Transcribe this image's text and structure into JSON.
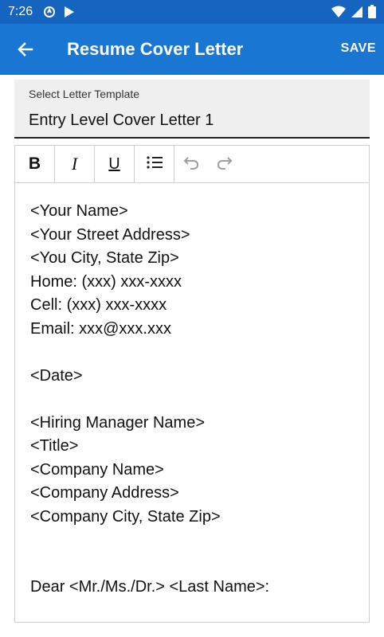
{
  "status_bar": {
    "time": "7:26",
    "left_icons": [
      "vpn-icon",
      "play-store-icon"
    ],
    "right_icons": [
      "wifi-icon",
      "signal-icon",
      "battery-icon"
    ]
  },
  "app_bar": {
    "title": "Resume Cover Letter",
    "save_label": "SAVE",
    "back_icon": "arrow-left-icon",
    "color": "#1976d2"
  },
  "template_select": {
    "label": "Select Letter Template",
    "value": "Entry Level Cover Letter 1"
  },
  "toolbar": {
    "bold": "B",
    "italic": "I",
    "underline": "U",
    "bullet_list": "bullet-list-icon",
    "undo": "undo-icon",
    "redo": "redo-icon"
  },
  "letter_lines": [
    "<Your Name>",
    "<Your Street Address>",
    "<You City, State Zip>",
    "Home: (xxx) xxx-xxxx",
    "Cell: (xxx) xxx-xxxx",
    "Email: xxx@xxx.xxx",
    "",
    "<Date>",
    "",
    "<Hiring Manager Name>",
    "<Title>",
    "<Company Name>",
    "<Company Address>",
    "<Company City, State Zip>",
    "",
    "",
    "Dear <Mr./Ms./Dr.> <Last Name>:"
  ]
}
